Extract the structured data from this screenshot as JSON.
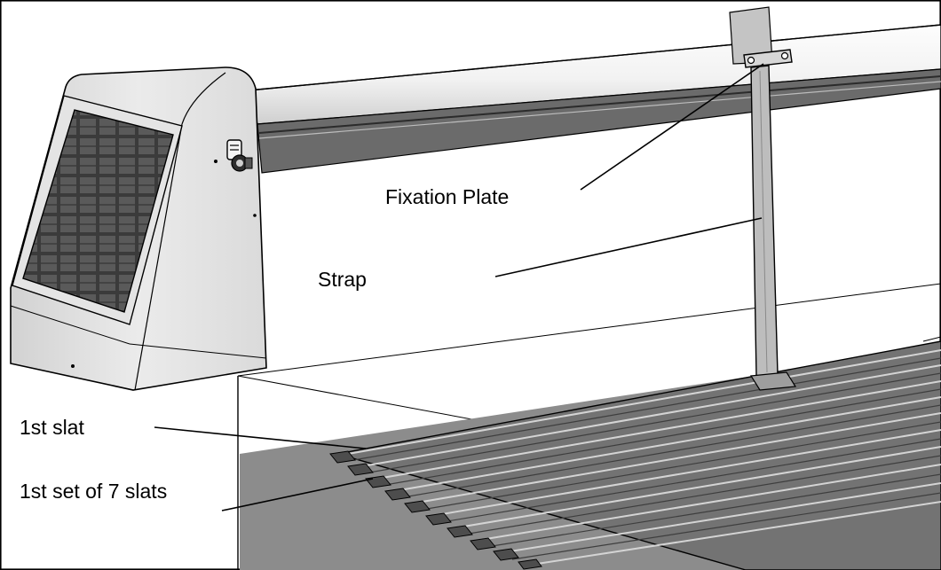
{
  "labels": {
    "fixation_plate": "Fixation Plate",
    "strap": "Strap",
    "first_slat": "1st slat",
    "first_set": "1st set of 7 slats"
  },
  "colors": {
    "line": "#000000",
    "background": "#ffffff",
    "housing": "#e6e6e6",
    "solar_panel": "#4a4a4a",
    "strap": "#bdbdbd",
    "slat_dark": "#6f6f6f",
    "slat_light": "#9a9a9a",
    "floor": "#8c8c8c"
  }
}
